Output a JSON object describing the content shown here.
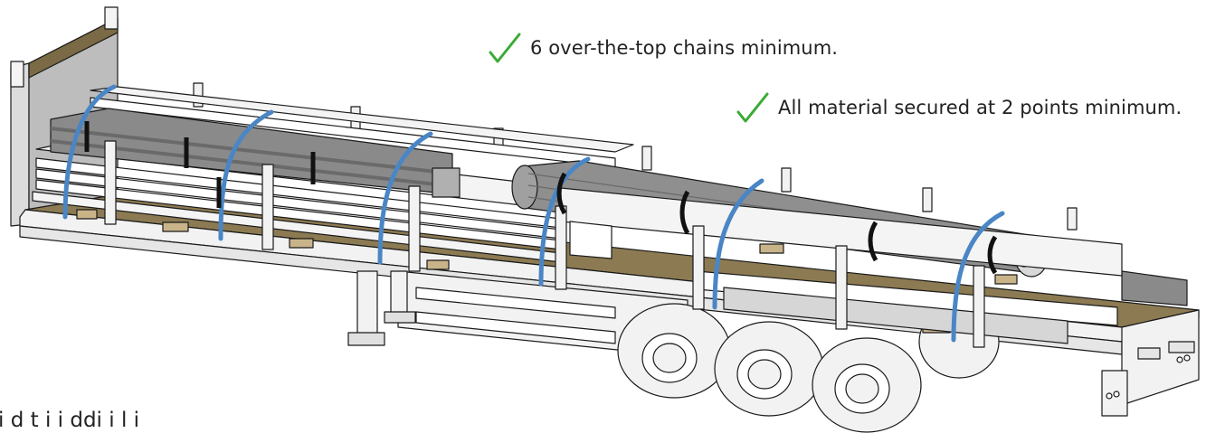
{
  "annotations": [
    {
      "text": "6 over-the-top chains minimum.",
      "icon": "checkmark-icon",
      "icon_color": "#3aaa35"
    },
    {
      "text": "All material secured at 2 points minimum.",
      "icon": "checkmark-icon",
      "icon_color": "#3aaa35"
    }
  ],
  "caption": "i  d  t      i i    ddi i   l      i",
  "colors": {
    "chain": "#4a86c5",
    "deck_wood": "#8c7a52",
    "dunnage": "#c9b48a",
    "steel_tube": "#8a8a8a",
    "check": "#3aaa35",
    "outline": "#1a1a1a"
  }
}
